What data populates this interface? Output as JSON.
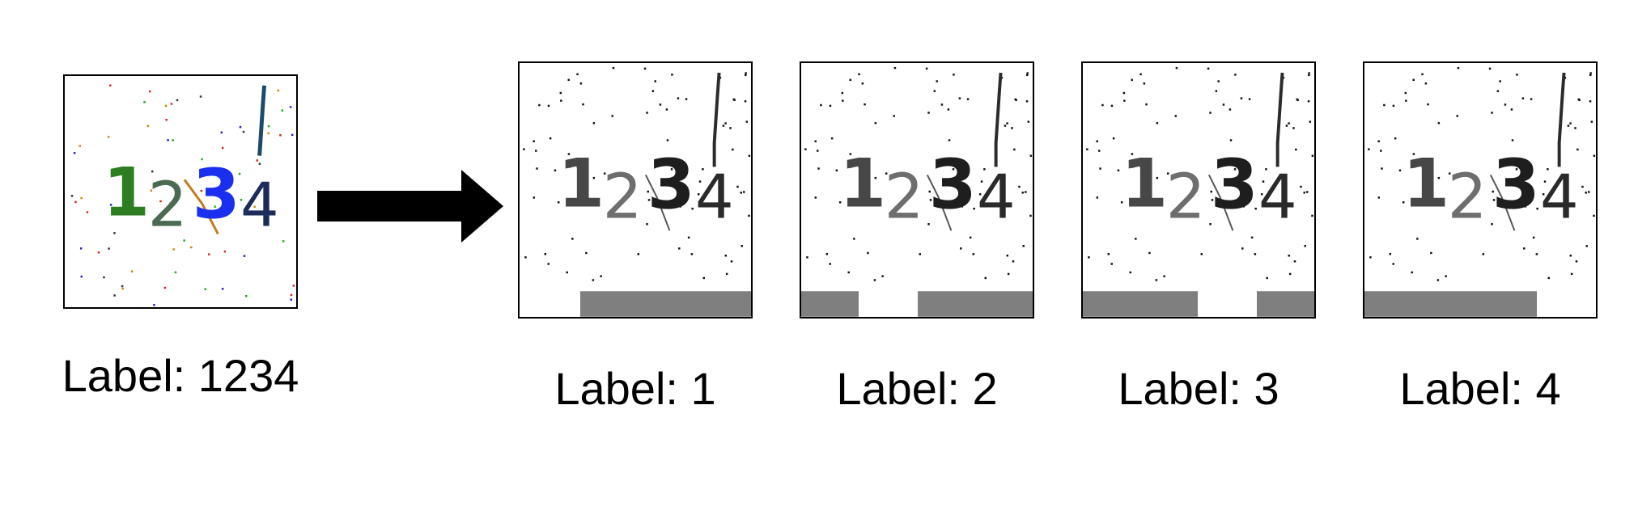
{
  "colors": {
    "digit_1": "#2e7d22",
    "digit_2": "#4a6a52",
    "digit_3": "#1b2ff0",
    "digit_4": "#1e2c5a",
    "mask_bar": "#7f7f7f",
    "arrow": "#000000"
  },
  "input": {
    "digits": [
      "1",
      "2",
      "3",
      "4"
    ],
    "label": "Label: 1234"
  },
  "outputs": [
    {
      "label": "Label: 1",
      "masked_digit": "1"
    },
    {
      "label": "Label: 2",
      "masked_digit": "2"
    },
    {
      "label": "Label: 3",
      "masked_digit": "3"
    },
    {
      "label": "Label: 4",
      "masked_digit": "4"
    }
  ],
  "icons": {
    "arrow": "right-arrow-icon"
  }
}
